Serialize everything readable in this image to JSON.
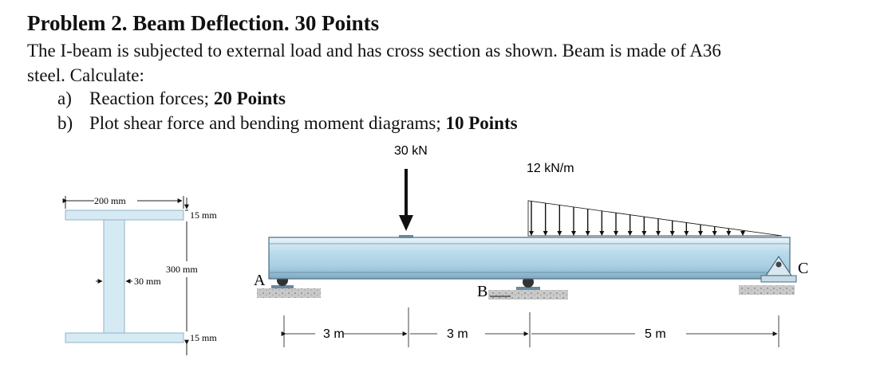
{
  "problem": {
    "title": "Problem 2. Beam Deflection. 30 Points",
    "intro_line1": "The I-beam is subjected to external load and has cross section as shown. Beam is made of A36",
    "intro_line2": "steel. Calculate:",
    "items": [
      {
        "label": "a)",
        "text": "Reaction forces; ",
        "points": "20 Points"
      },
      {
        "label": "b)",
        "text": "Plot shear force and bending moment diagrams; ",
        "points": "10 Points"
      }
    ]
  },
  "figure": {
    "point_load": "30 kN",
    "distributed_load": "12 kN/m",
    "supports": {
      "A": "A",
      "B": "B",
      "C": "C"
    },
    "spans": [
      "3 m",
      "3 m",
      "5 m"
    ],
    "cross_section": {
      "flange_width": "200 mm",
      "flange_thickness_top": "15 mm",
      "web_height": "300 mm",
      "web_thickness": "30 mm",
      "flange_thickness_bottom": "15 mm"
    },
    "colors": {
      "beam": "#cfe6f2",
      "beam_edge": "#4a6b80",
      "ground": "#9a9a9a",
      "load": "#111111"
    }
  }
}
